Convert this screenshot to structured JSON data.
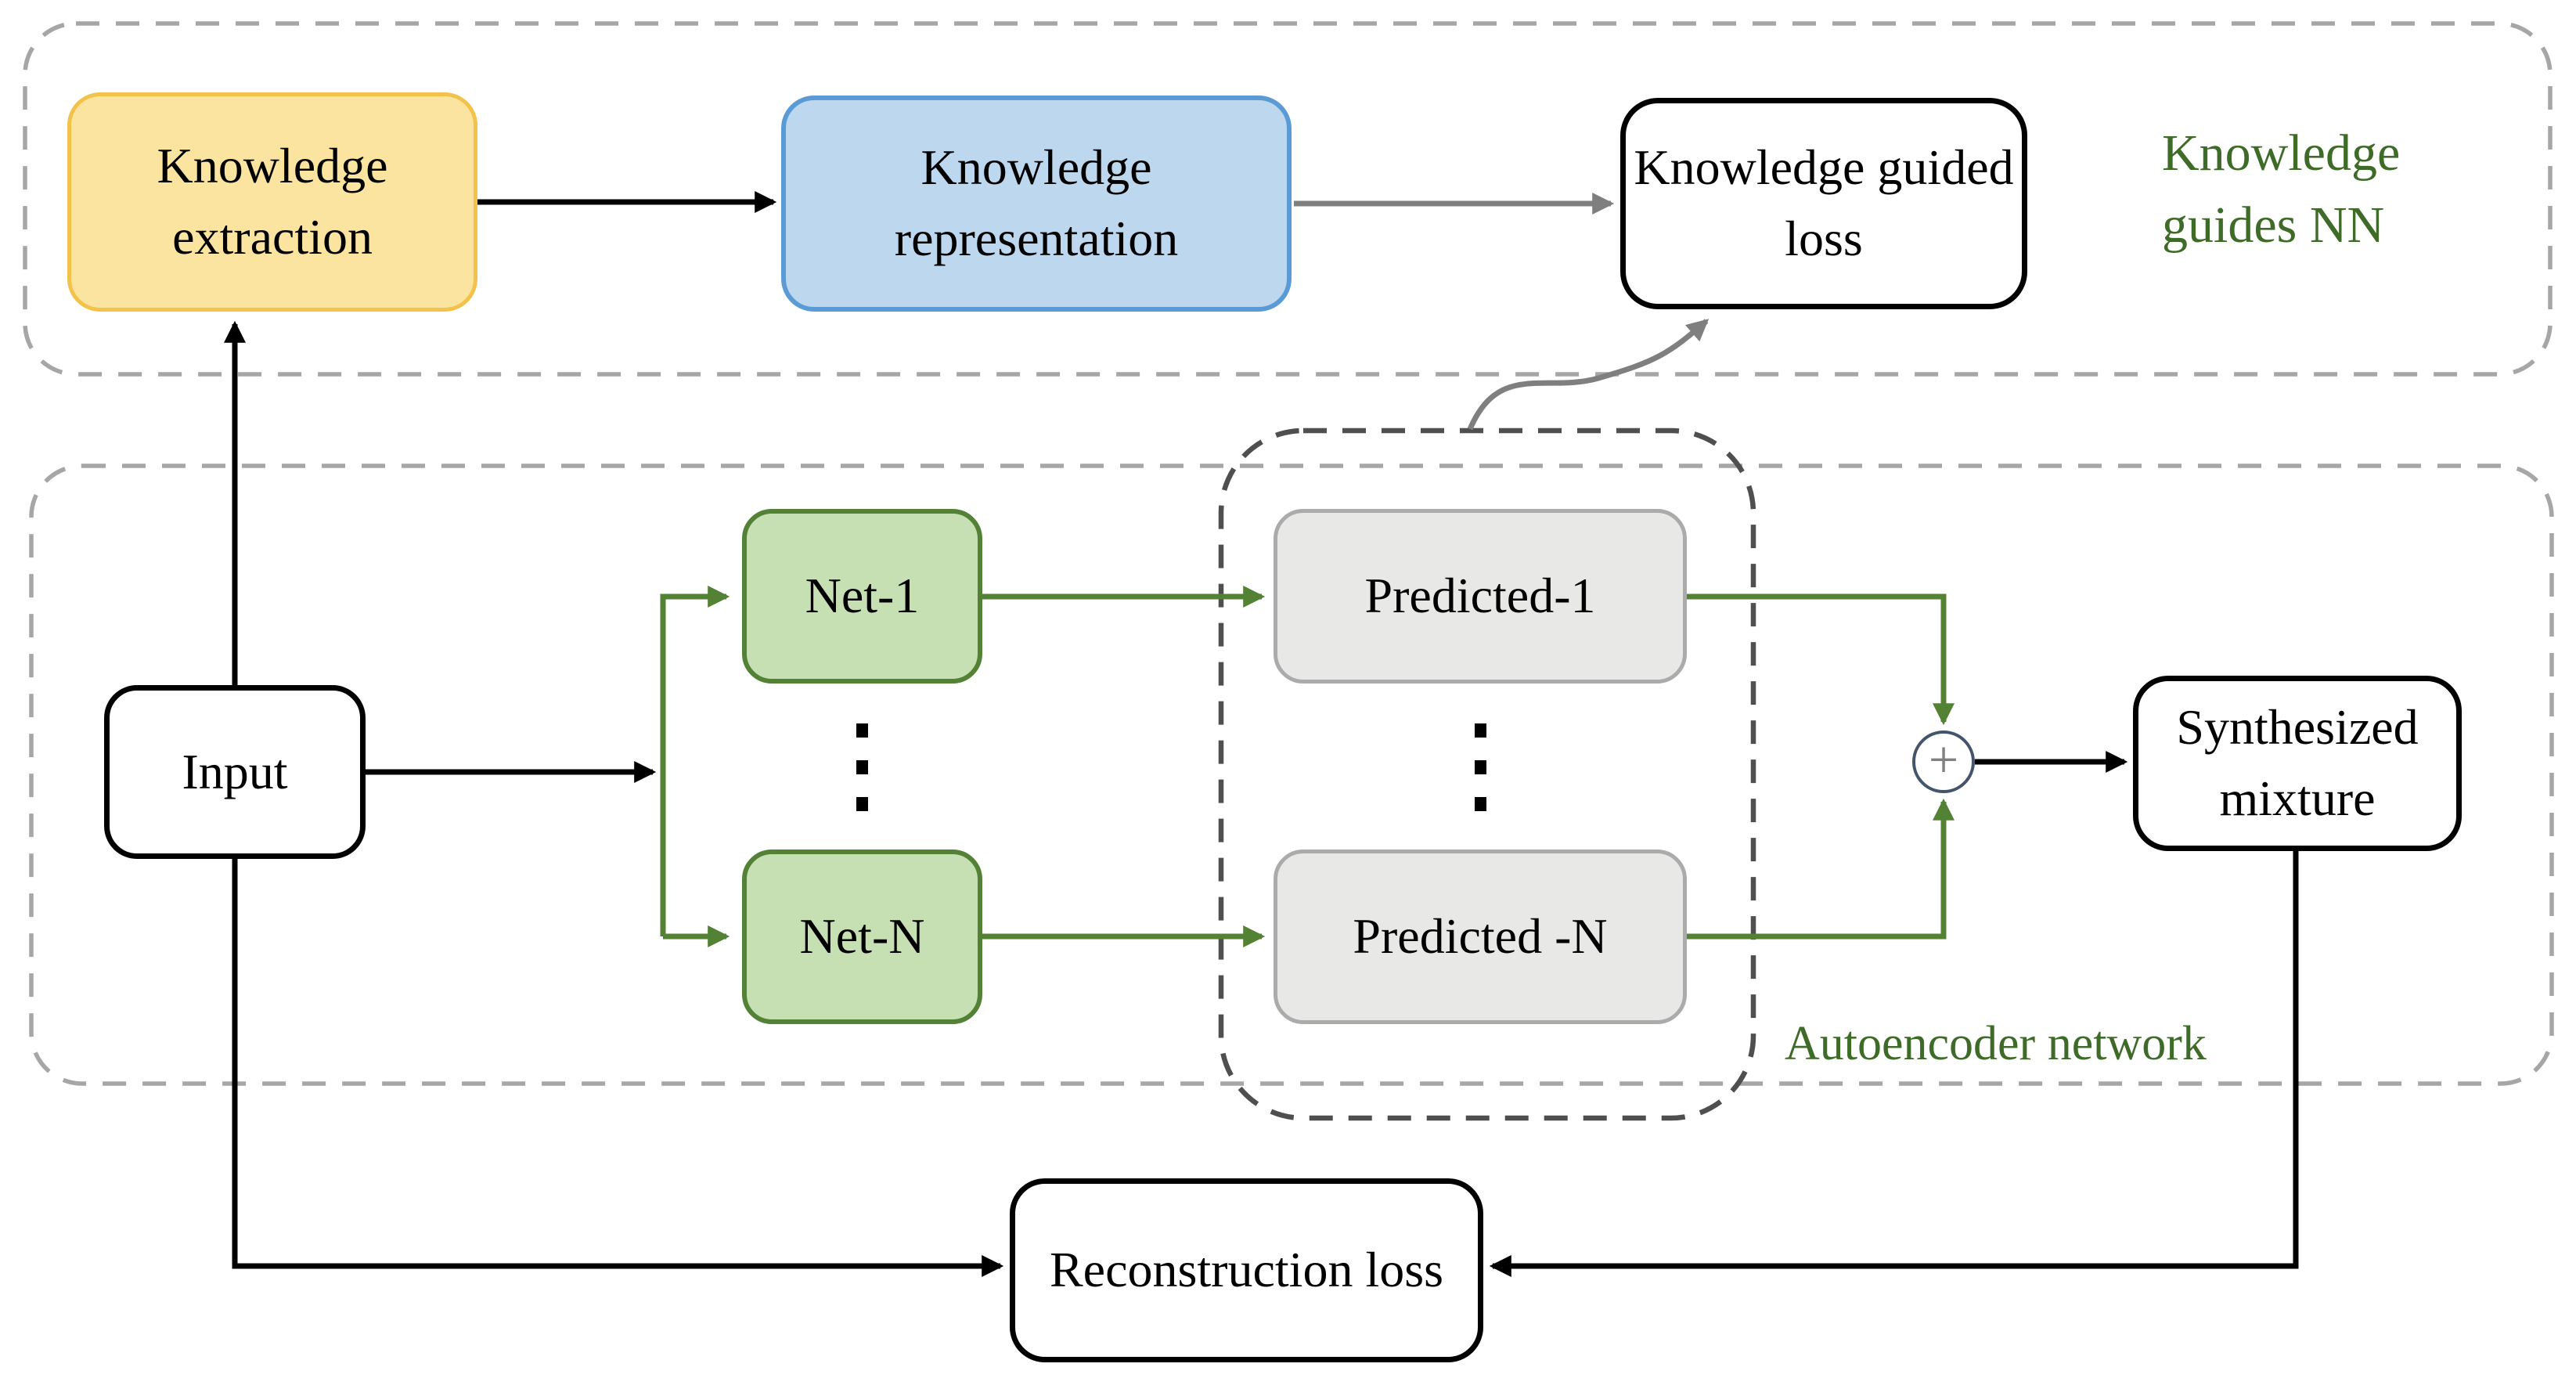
{
  "colors": {
    "black": "#000000",
    "gray_arrow": "#7f7f7f",
    "outer_dash": "#a6a6a6",
    "inner_dash": "#4f4f4f",
    "green_line": "#548235",
    "green_text": "#3f6b28",
    "yellow_fill": "#fbe3a0",
    "yellow_border": "#f2c24b",
    "blue_fill": "#bdd7ee",
    "blue_border": "#5b9bd5",
    "green_fill": "#c6e0b4",
    "green_border": "#538135",
    "gray_fill": "#e8e8e7",
    "gray_border": "#ababab",
    "circle_border": "#44546a",
    "plus_color": "#808080"
  },
  "nodes": {
    "knowledge_extraction": {
      "label": "Knowledge extraction"
    },
    "knowledge_representation": {
      "label": "Knowledge representation"
    },
    "knowledge_guided_loss": {
      "label": "Knowledge guided loss"
    },
    "input": {
      "label": "Input"
    },
    "net_1": {
      "label": "Net-1"
    },
    "net_n": {
      "label": "Net-N"
    },
    "predicted_1": {
      "label": "Predicted-1"
    },
    "predicted_n": {
      "label": "Predicted -N"
    },
    "synthesized_mixture": {
      "label": "Synthesized mixture"
    },
    "reconstruction_loss": {
      "label": "Reconstruction loss"
    },
    "sum_operator": {
      "symbol": "+"
    }
  },
  "region_labels": {
    "knowledge_guides_nn": "Knowledge guides NN",
    "autoencoder_network": "Autoencoder network"
  },
  "edges": [
    {
      "from": "input",
      "to": "knowledge_extraction",
      "style": "black"
    },
    {
      "from": "knowledge_extraction",
      "to": "knowledge_representation",
      "style": "black"
    },
    {
      "from": "knowledge_representation",
      "to": "knowledge_guided_loss",
      "style": "gray"
    },
    {
      "from": "predicted_group",
      "to": "knowledge_guided_loss",
      "style": "gray-curved"
    },
    {
      "from": "input",
      "to": "net_1",
      "style": "green"
    },
    {
      "from": "input",
      "to": "net_n",
      "style": "green"
    },
    {
      "from": "net_1",
      "to": "predicted_1",
      "style": "green"
    },
    {
      "from": "net_n",
      "to": "predicted_n",
      "style": "green"
    },
    {
      "from": "predicted_1",
      "to": "sum_operator",
      "style": "green"
    },
    {
      "from": "predicted_n",
      "to": "sum_operator",
      "style": "green"
    },
    {
      "from": "sum_operator",
      "to": "synthesized_mixture",
      "style": "black"
    },
    {
      "from": "synthesized_mixture",
      "to": "reconstruction_loss",
      "style": "black"
    },
    {
      "from": "input",
      "to": "reconstruction_loss",
      "style": "black"
    }
  ]
}
